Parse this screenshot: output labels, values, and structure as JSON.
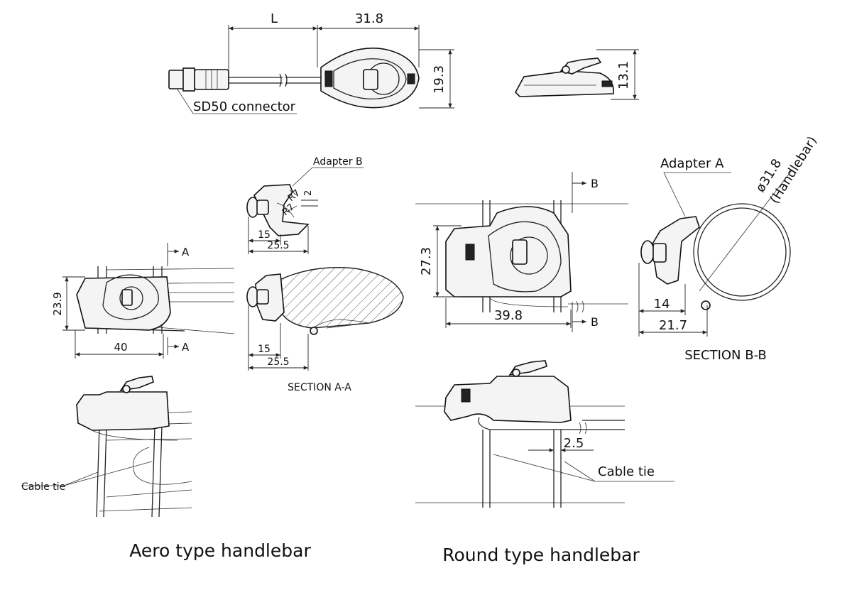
{
  "dimensions": {
    "length_L": "L",
    "top_width": "31.8",
    "top_height": "19.3",
    "side_height": "13.1",
    "aero_height": "23.9",
    "aero_width": "40",
    "adapter_b_r1": "R7",
    "adapter_b_r2": "R7",
    "adapter_b_gap": "2",
    "adapter_b_depth": "15",
    "adapter_b_width": "25.5",
    "section_aa_depth": "15",
    "section_aa_width": "25.5",
    "round_height": "27.3",
    "round_width": "39.8",
    "handlebar_diameter": "ø31.8",
    "handlebar_label": "(Handlebar)",
    "section_bb_depth": "14",
    "section_bb_width": "21.7",
    "cable_tie_gap": "2.5"
  },
  "labels": {
    "connector": "SD50 connector",
    "adapter_b": "Adapter B",
    "adapter_a": "Adapter A",
    "section_marker_a": "A",
    "section_marker_b": "B",
    "section_aa": "SECTION A-A",
    "section_bb": "SECTION B-B",
    "cable_tie_aero": "Cable tie",
    "cable_tie_round": "Cable tie"
  },
  "captions": {
    "aero": "Aero type handlebar",
    "round": "Round type handlebar"
  }
}
